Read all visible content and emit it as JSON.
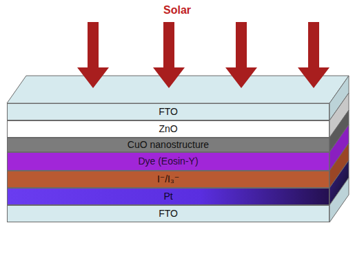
{
  "diagram": {
    "nodes": [
      {
        "text": [
          "FTO"
        ]
      },
      {
        "text": [
          "ZnO"
        ]
      },
      {
        "text": [
          "CuO nanostructure"
        ]
      },
      {
        "text": [
          "Dye (Eosin-Y)"
        ]
      },
      {
        "text": [
          "I⁻/I₃⁻"
        ]
      },
      {
        "text": [
          "Pt"
        ]
      },
      {
        "text": [
          "FTO"
        ]
      }
    ],
    "labels": [
      "Solar"
    ]
  }
}
